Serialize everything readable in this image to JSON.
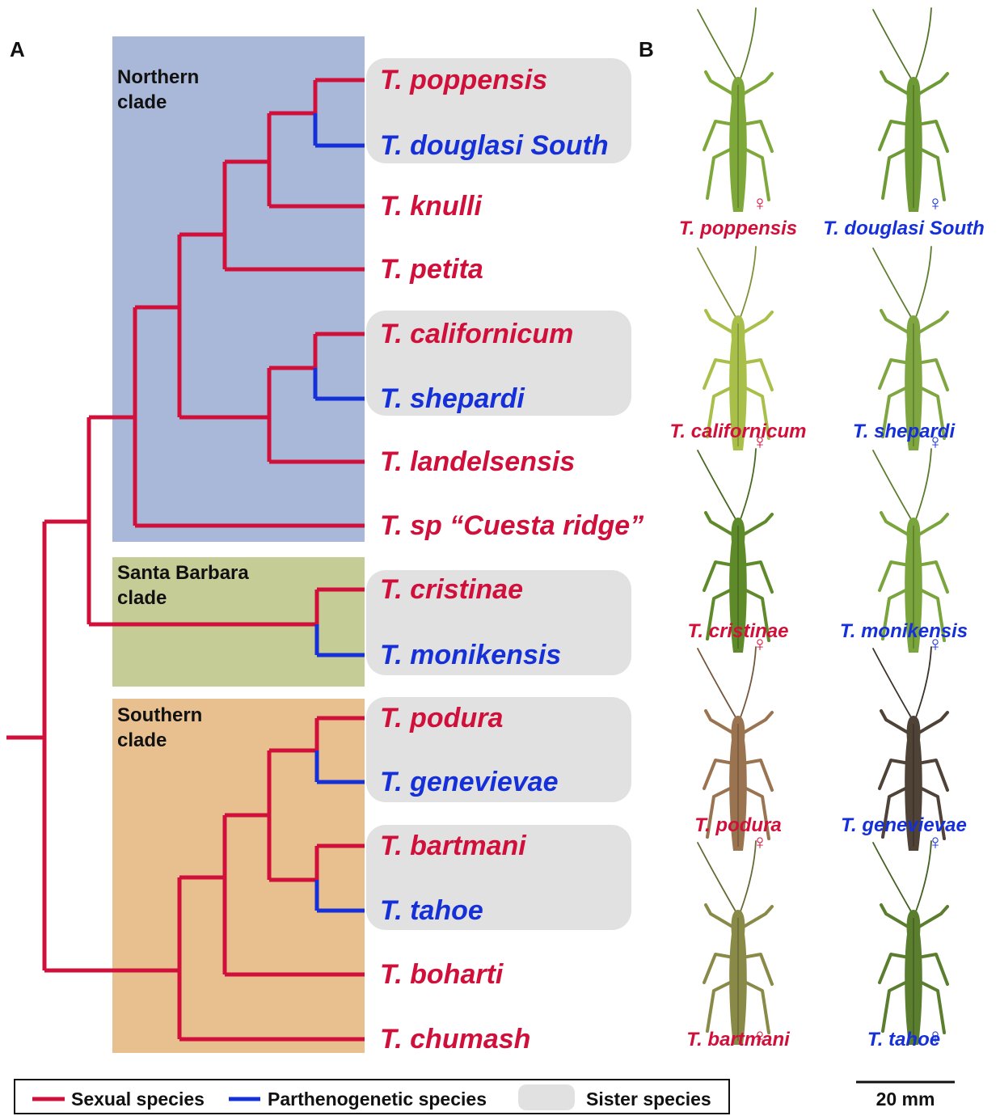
{
  "panels": {
    "a": "A",
    "b": "B"
  },
  "colors": {
    "sexual": "#d0103a",
    "parthenogenetic": "#1530d8",
    "sister_bg": "#e1e1e1",
    "northern_bg": "#a9b8d8",
    "santa_barbara_bg": "#c6cc96",
    "southern_bg": "#e8c090"
  },
  "clades": {
    "northern": "Northern\nclade",
    "santa_barbara": "Santa Barbara\nclade",
    "southern": "Southern\nclade"
  },
  "tree_taxa": [
    {
      "name": "T. poppensis",
      "type": "sexual"
    },
    {
      "name": "T. douglasi South",
      "type": "parthenogenetic"
    },
    {
      "name": "T. knulli",
      "type": "sexual"
    },
    {
      "name": "T. petita",
      "type": "sexual"
    },
    {
      "name": "T. californicum",
      "type": "sexual"
    },
    {
      "name": "T. shepardi",
      "type": "parthenogenetic"
    },
    {
      "name": "T. landelsensis",
      "type": "sexual"
    },
    {
      "name": "T. sp “Cuesta ridge”",
      "type": "sexual"
    },
    {
      "name": "T. cristinae",
      "type": "sexual"
    },
    {
      "name": "T. monikensis",
      "type": "parthenogenetic"
    },
    {
      "name": "T. podura",
      "type": "sexual"
    },
    {
      "name": "T. genevievae",
      "type": "parthenogenetic"
    },
    {
      "name": "T. bartmani",
      "type": "sexual"
    },
    {
      "name": "T. tahoe",
      "type": "parthenogenetic"
    },
    {
      "name": "T. boharti",
      "type": "sexual"
    },
    {
      "name": "T. chumash",
      "type": "sexual"
    }
  ],
  "photos": [
    {
      "name": "T. poppensis",
      "type": "sexual",
      "body_color": "#7fa83a",
      "symbol": "♀"
    },
    {
      "name": "T. douglasi South",
      "type": "parthenogenetic",
      "body_color": "#6e9a36",
      "symbol": "♀"
    },
    {
      "name": "T. californicum",
      "type": "sexual",
      "body_color": "#a8c04a",
      "symbol": "♀"
    },
    {
      "name": "T. shepardi",
      "type": "parthenogenetic",
      "body_color": "#7fa640",
      "symbol": "♀"
    },
    {
      "name": "T. cristinae",
      "type": "sexual",
      "body_color": "#5f8a2a",
      "symbol": "♀"
    },
    {
      "name": "T. monikensis",
      "type": "parthenogenetic",
      "body_color": "#7aa43c",
      "symbol": "♀"
    },
    {
      "name": "T. podura",
      "type": "sexual",
      "body_color": "#9a7350",
      "symbol": "♀"
    },
    {
      "name": "T. genevievae",
      "type": "parthenogenetic",
      "body_color": "#4f4236",
      "symbol": "♀"
    },
    {
      "name": "T. bartmani",
      "type": "sexual",
      "body_color": "#8a8a48",
      "symbol": "♀"
    },
    {
      "name": "T. tahoe",
      "type": "parthenogenetic",
      "body_color": "#5a7e2e",
      "symbol": "♀"
    }
  ],
  "legend": {
    "sexual": "Sexual species",
    "parthenogenetic": "Parthenogenetic species",
    "sister": "Sister species"
  },
  "scale_bar": {
    "label": "20 mm"
  }
}
